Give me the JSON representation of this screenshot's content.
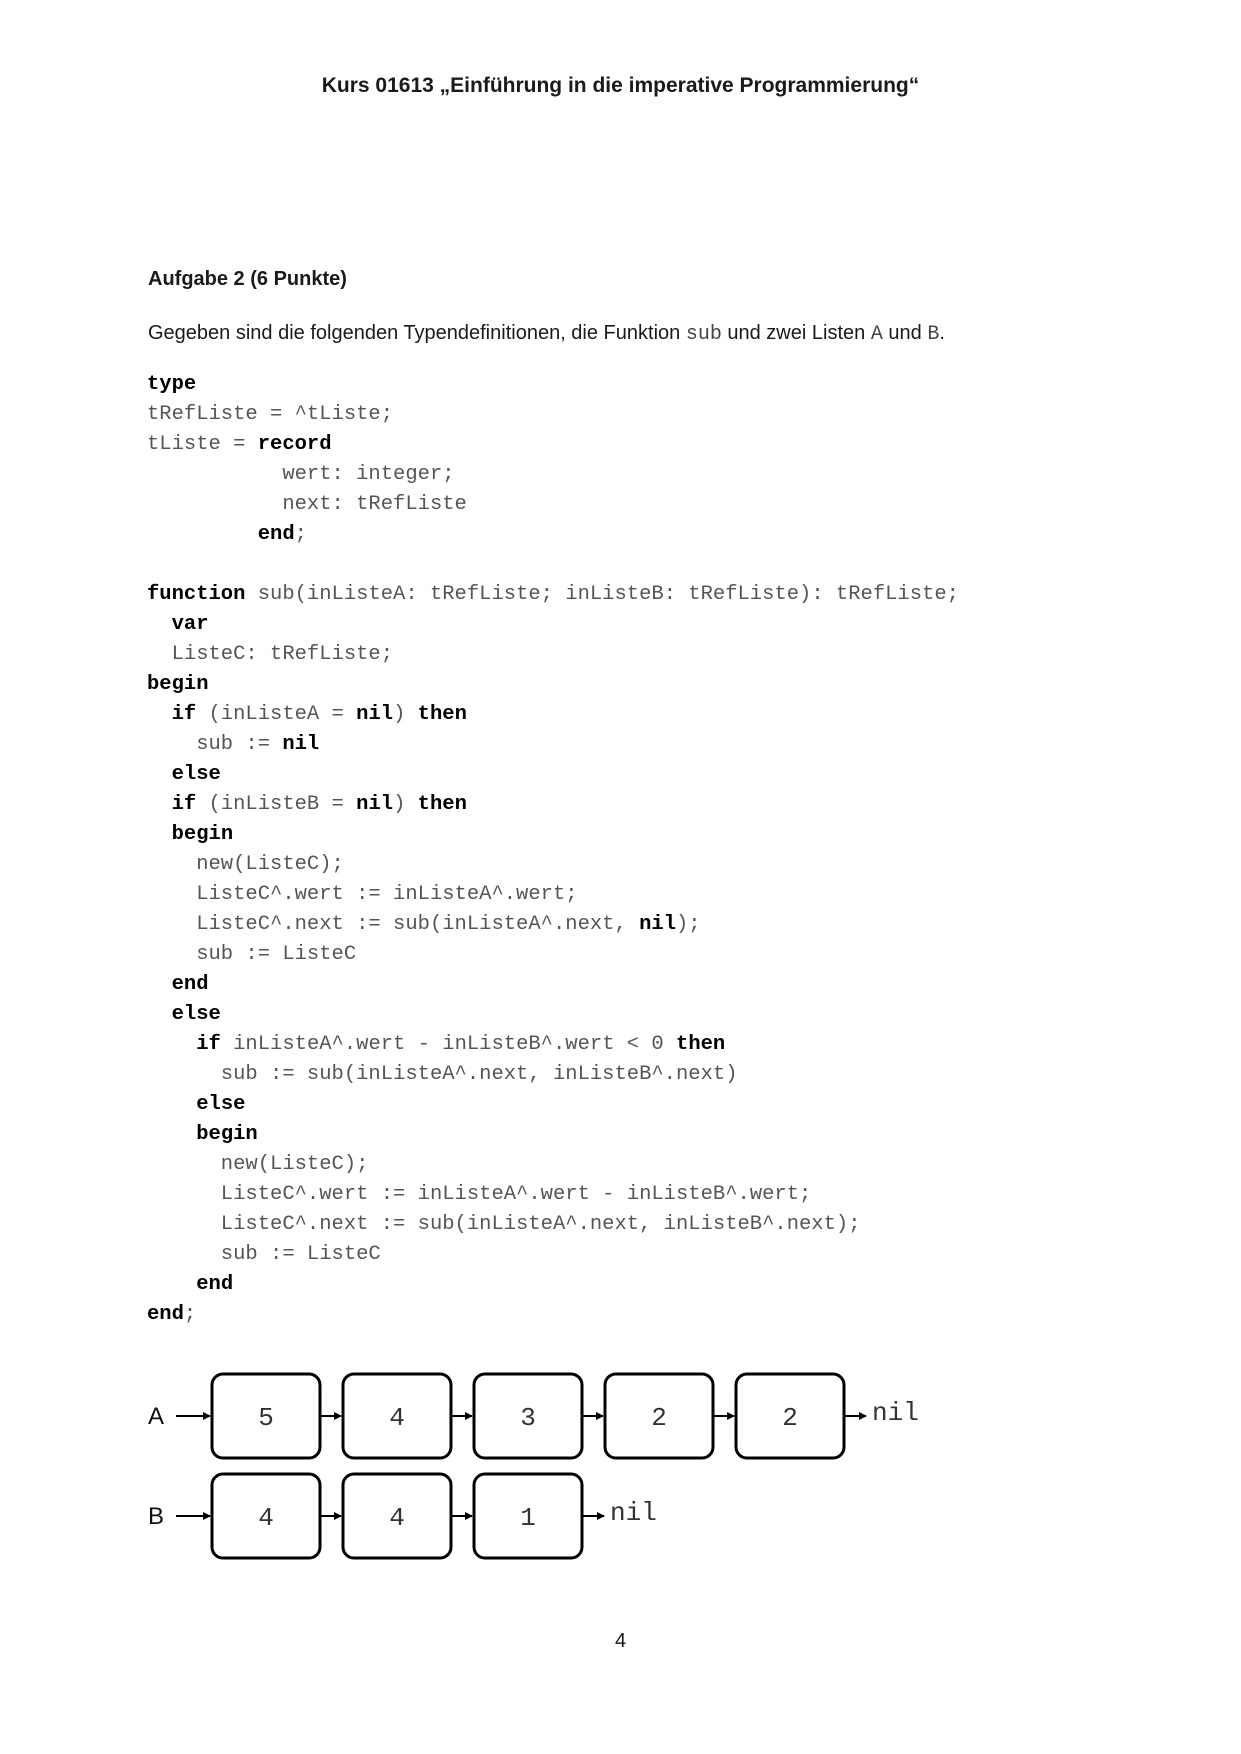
{
  "header": {
    "title": "Kurs 01613 „Einführung in die imperative Programmierung“"
  },
  "task": {
    "title": "Aufgabe 2 (6 Punkte)",
    "intro": {
      "part1": "Gegeben sind die folgenden Typendefinitionen, die Funktion ",
      "code1": "sub",
      "part2": " und zwei Listen ",
      "code2": "A",
      "part3": " und ",
      "code3": "B",
      "part4": "."
    }
  },
  "code_lines": [
    [
      {
        "t": "type",
        "k": true
      }
    ],
    [
      {
        "t": "tRefListe = ^tListe;",
        "k": false
      }
    ],
    [
      {
        "t": "tListe = ",
        "k": false
      },
      {
        "t": "record",
        "k": true
      }
    ],
    [
      {
        "t": "           wert: integer;",
        "k": false
      }
    ],
    [
      {
        "t": "           next: tRefListe",
        "k": false
      }
    ],
    [
      {
        "t": "         ",
        "k": false
      },
      {
        "t": "end",
        "k": true
      },
      {
        "t": ";",
        "k": false
      }
    ],
    [],
    [
      {
        "t": "function",
        "k": true
      },
      {
        "t": " sub(inListeA: tRefListe; inListeB: tRefListe): tRefListe;",
        "k": false
      }
    ],
    [
      {
        "t": "  ",
        "k": false
      },
      {
        "t": "var",
        "k": true
      }
    ],
    [
      {
        "t": "  ListeC: tRefListe;",
        "k": false
      }
    ],
    [
      {
        "t": "begin",
        "k": true
      }
    ],
    [
      {
        "t": "  ",
        "k": false
      },
      {
        "t": "if",
        "k": true
      },
      {
        "t": " (inListeA = ",
        "k": false
      },
      {
        "t": "nil",
        "k": true
      },
      {
        "t": ") ",
        "k": false
      },
      {
        "t": "then",
        "k": true
      }
    ],
    [
      {
        "t": "    sub := ",
        "k": false
      },
      {
        "t": "nil",
        "k": true
      }
    ],
    [
      {
        "t": "  ",
        "k": false
      },
      {
        "t": "else",
        "k": true
      }
    ],
    [
      {
        "t": "  ",
        "k": false
      },
      {
        "t": "if",
        "k": true
      },
      {
        "t": " (inListeB = ",
        "k": false
      },
      {
        "t": "nil",
        "k": true
      },
      {
        "t": ") ",
        "k": false
      },
      {
        "t": "then",
        "k": true
      }
    ],
    [
      {
        "t": "  ",
        "k": false
      },
      {
        "t": "begin",
        "k": true
      }
    ],
    [
      {
        "t": "    new(ListeC);",
        "k": false
      }
    ],
    [
      {
        "t": "    ListeC^.wert := inListeA^.wert;",
        "k": false
      }
    ],
    [
      {
        "t": "    ListeC^.next := sub(inListeA^.next, ",
        "k": false
      },
      {
        "t": "nil",
        "k": true
      },
      {
        "t": ");",
        "k": false
      }
    ],
    [
      {
        "t": "    sub := ListeC",
        "k": false
      }
    ],
    [
      {
        "t": "  ",
        "k": false
      },
      {
        "t": "end",
        "k": true
      }
    ],
    [
      {
        "t": "  ",
        "k": false
      },
      {
        "t": "else",
        "k": true
      }
    ],
    [
      {
        "t": "    ",
        "k": false
      },
      {
        "t": "if",
        "k": true
      },
      {
        "t": " inListeA^.wert - inListeB^.wert < 0 ",
        "k": false
      },
      {
        "t": "then",
        "k": true
      }
    ],
    [
      {
        "t": "      sub := sub(inListeA^.next, inListeB^.next)",
        "k": false
      }
    ],
    [
      {
        "t": "    ",
        "k": false
      },
      {
        "t": "else",
        "k": true
      }
    ],
    [
      {
        "t": "    ",
        "k": false
      },
      {
        "t": "begin",
        "k": true
      }
    ],
    [
      {
        "t": "      new(ListeC);",
        "k": false
      }
    ],
    [
      {
        "t": "      ListeC^.wert := inListeA^.wert - inListeB^.wert;",
        "k": false
      }
    ],
    [
      {
        "t": "      ListeC^.next := sub(inListeA^.next, inListeB^.next);",
        "k": false
      }
    ],
    [
      {
        "t": "      sub := ListeC",
        "k": false
      }
    ],
    [
      {
        "t": "    ",
        "k": false
      },
      {
        "t": "end",
        "k": true
      }
    ],
    [
      {
        "t": "end",
        "k": true
      },
      {
        "t": ";",
        "k": false
      }
    ]
  ],
  "lists": [
    {
      "label": "A",
      "values": [
        "5",
        "4",
        "3",
        "2",
        "2"
      ],
      "terminator": "nil"
    },
    {
      "label": "B",
      "values": [
        "4",
        "4",
        "1"
      ],
      "terminator": "nil"
    }
  ],
  "footer": {
    "page_number": "4"
  }
}
